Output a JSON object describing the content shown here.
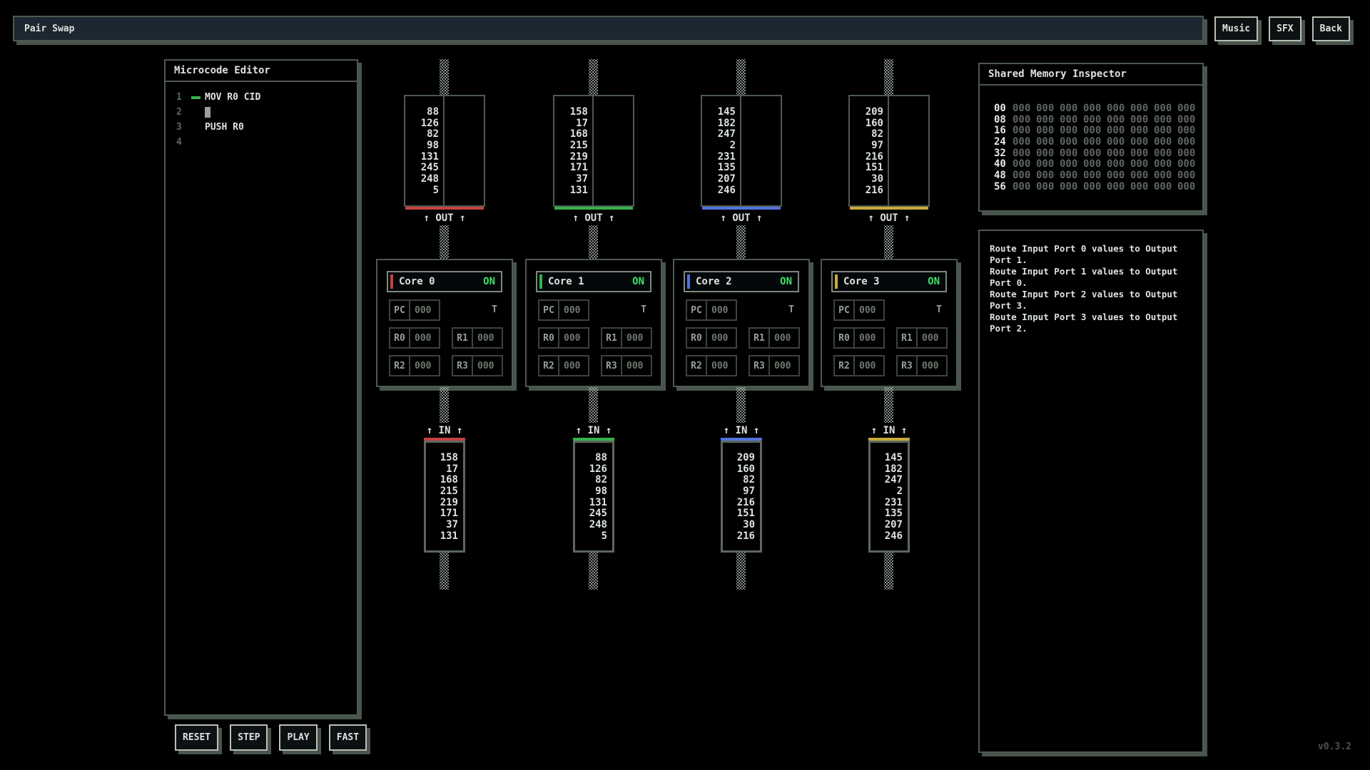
{
  "app": {
    "title": "Pair Swap",
    "version": "v0.3.2"
  },
  "topbar": {
    "buttons": [
      {
        "label": "Music"
      },
      {
        "label": "SFX"
      },
      {
        "label": "Back"
      }
    ]
  },
  "editor": {
    "title": "Microcode Editor",
    "lines": [
      {
        "num": "1",
        "code": "MOV R0 CID",
        "current": true,
        "cursor": false
      },
      {
        "num": "2",
        "code": "",
        "current": false,
        "cursor": true
      },
      {
        "num": "3",
        "code": "PUSH R0",
        "current": false,
        "cursor": false
      },
      {
        "num": "4",
        "code": "",
        "current": false,
        "cursor": false
      }
    ]
  },
  "controls": {
    "buttons": [
      {
        "label": "RESET"
      },
      {
        "label": "STEP"
      },
      {
        "label": "PLAY"
      },
      {
        "label": "FAST"
      }
    ]
  },
  "ports": {
    "out_label": "↑ OUT ↑",
    "in_label": "↑ IN ↑",
    "status_on_color": "#3ee06a",
    "columns": [
      {
        "core_name": "Core 0",
        "power": "ON",
        "accent": "#c64242",
        "out_values": [
          "88",
          "126",
          "82",
          "98",
          "131",
          "245",
          "248",
          "5"
        ],
        "in_values": [
          "158",
          "17",
          "168",
          "215",
          "219",
          "171",
          "37",
          "131"
        ],
        "registers": {
          "PC": "000",
          "R0": "000",
          "R1": "000",
          "R2": "000",
          "R3": "000"
        },
        "t_flag": "T"
      },
      {
        "core_name": "Core 1",
        "power": "ON",
        "accent": "#35b24a",
        "out_values": [
          "158",
          "17",
          "168",
          "215",
          "219",
          "171",
          "37",
          "131"
        ],
        "in_values": [
          "88",
          "126",
          "82",
          "98",
          "131",
          "245",
          "248",
          "5"
        ],
        "registers": {
          "PC": "000",
          "R0": "000",
          "R1": "000",
          "R2": "000",
          "R3": "000"
        },
        "t_flag": "T"
      },
      {
        "core_name": "Core 2",
        "power": "ON",
        "accent": "#5272dd",
        "out_values": [
          "145",
          "182",
          "247",
          "2",
          "231",
          "135",
          "207",
          "246"
        ],
        "in_values": [
          "209",
          "160",
          "82",
          "97",
          "216",
          "151",
          "30",
          "216"
        ],
        "registers": {
          "PC": "000",
          "R0": "000",
          "R1": "000",
          "R2": "000",
          "R3": "000"
        },
        "t_flag": "T"
      },
      {
        "core_name": "Core 3",
        "power": "ON",
        "accent": "#c9a93a",
        "out_values": [
          "209",
          "160",
          "82",
          "97",
          "216",
          "151",
          "30",
          "216"
        ],
        "in_values": [
          "145",
          "182",
          "247",
          "2",
          "231",
          "135",
          "207",
          "246"
        ],
        "registers": {
          "PC": "000",
          "R0": "000",
          "R1": "000",
          "R2": "000",
          "R3": "000"
        },
        "t_flag": "T"
      }
    ]
  },
  "memory": {
    "title": "Shared Memory Inspector",
    "rows": [
      {
        "label": "00",
        "values": [
          "000",
          "000",
          "000",
          "000",
          "000",
          "000",
          "000",
          "000"
        ]
      },
      {
        "label": "08",
        "values": [
          "000",
          "000",
          "000",
          "000",
          "000",
          "000",
          "000",
          "000"
        ]
      },
      {
        "label": "16",
        "values": [
          "000",
          "000",
          "000",
          "000",
          "000",
          "000",
          "000",
          "000"
        ]
      },
      {
        "label": "24",
        "values": [
          "000",
          "000",
          "000",
          "000",
          "000",
          "000",
          "000",
          "000"
        ]
      },
      {
        "label": "32",
        "values": [
          "000",
          "000",
          "000",
          "000",
          "000",
          "000",
          "000",
          "000"
        ]
      },
      {
        "label": "40",
        "values": [
          "000",
          "000",
          "000",
          "000",
          "000",
          "000",
          "000",
          "000"
        ]
      },
      {
        "label": "48",
        "values": [
          "000",
          "000",
          "000",
          "000",
          "000",
          "000",
          "000",
          "000"
        ]
      },
      {
        "label": "56",
        "values": [
          "000",
          "000",
          "000",
          "000",
          "000",
          "000",
          "000",
          "000"
        ]
      }
    ]
  },
  "objective": {
    "lines": [
      "Route Input Port 0 values to Output Port 1.",
      "Route Input Port 1 values to Output Port 0.",
      "Route Input Port 2 values to Output Port 3.",
      "Route Input Port 3 values to Output Port 2."
    ]
  }
}
